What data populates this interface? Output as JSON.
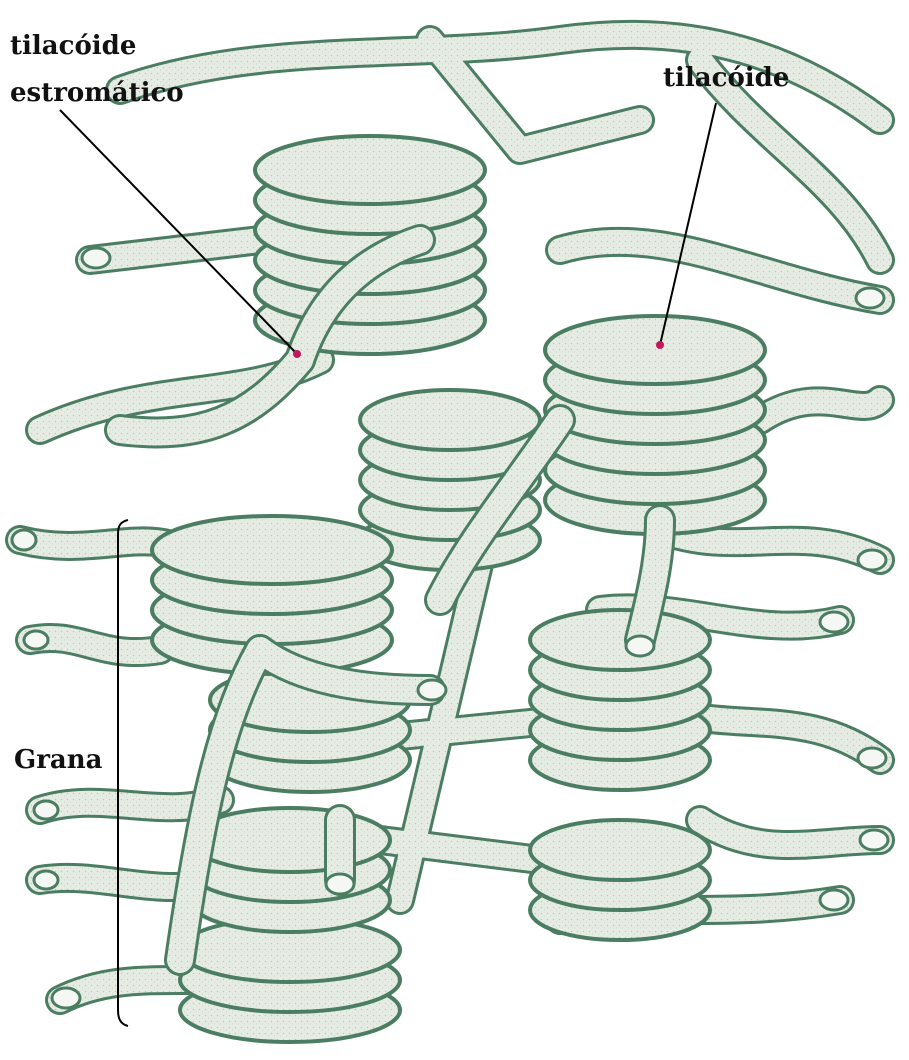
{
  "labels": {
    "stromal_thylakoid_line1": "tilacóide",
    "stromal_thylakoid_line2": "estromático",
    "thylakoid": "tilacóide",
    "grana": "Grana"
  },
  "colors": {
    "membrane_fill": "#e6ece4",
    "membrane_outline": "#4b7d62",
    "marker_dot": "#c2185b",
    "leader_line": "#000000",
    "text": "#111111",
    "background": "#ffffff"
  },
  "icons": {
    "marker": "magenta-dot"
  }
}
